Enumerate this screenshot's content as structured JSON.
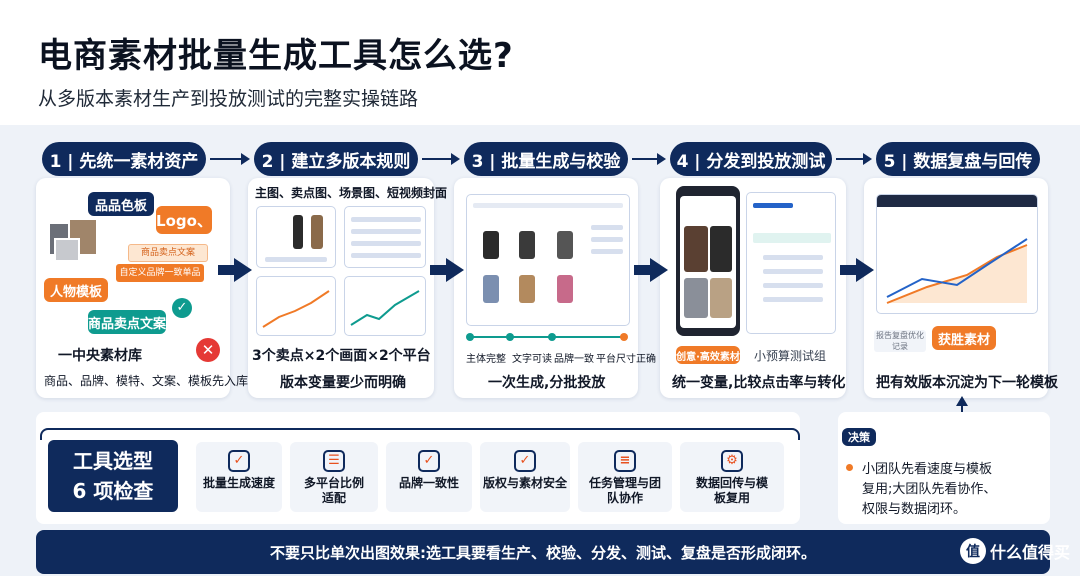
{
  "header": {
    "title": "电商素材批量生成工具怎么选?",
    "subtitle": "从多版本素材生产到投放测试的完整实操链路"
  },
  "steps": [
    {
      "label": "1 | 先统一素材资产",
      "caption": "商品、品牌、模特、文案、模板先入库"
    },
    {
      "label": "2 | 建立多版本规则",
      "caption": "版本变量要少而明确"
    },
    {
      "label": "3 | 批量生成与校验",
      "caption": "一次生成,分批投放"
    },
    {
      "label": "4 | 分发到投放测试",
      "caption": "统一变量,比较点击率与转化"
    },
    {
      "label": "5 | 数据复盘与回传",
      "caption": "把有效版本沉淀为下一轮模板"
    }
  ],
  "step1": {
    "tags": {
      "color": "品品色板",
      "logo": "Logo、",
      "model": "人物模板",
      "selling": "商品卖点文案"
    },
    "notes": [
      "商品卖点文案",
      "自定义品牌一致单品"
    ],
    "library": "一中央素材库"
  },
  "step2": {
    "top": "主图、卖点图、场景图、短视频封面",
    "formula": "3个卖点×2个画面×2个平台"
  },
  "step3": {
    "labels": [
      "主体完整",
      "文字可读",
      "品牌一致",
      "平台尺寸正确"
    ]
  },
  "step4": {
    "left_tag": "创意·高效素材",
    "right_label": "小预算测试组"
  },
  "step5": {
    "note": "报告复盘优化记录",
    "winner": "获胜素材"
  },
  "checks": {
    "title_line1": "工具选型",
    "title_line2": "6 项检查",
    "items": [
      {
        "icon": "✓",
        "label": "批量生成速度"
      },
      {
        "icon": "☰",
        "label": "多平台比例适配"
      },
      {
        "icon": "✓",
        "label": "品牌一致性"
      },
      {
        "icon": "✓",
        "label": "版权与素材安全"
      },
      {
        "icon": "≡",
        "label": "任务管理与团队协作"
      },
      {
        "icon": "⚙",
        "label": "数据回传与模板复用"
      }
    ]
  },
  "decision": {
    "label": "决策",
    "text_line1": "小团队先看速度与模板",
    "text_line2": "复用;大团队先看协作、",
    "text_line3": "权限与数据闭环。"
  },
  "footer": {
    "text": "不要只比单次出图效果:选工具要看生产、校验、分发、测试、复盘是否形成闭环。"
  },
  "brand": {
    "mark": "值",
    "name": "什么值得买"
  },
  "colors": {
    "navy": "#0f2a5c",
    "orange": "#f07a27",
    "teal": "#0e9b8f",
    "blue": "#2463c8"
  }
}
